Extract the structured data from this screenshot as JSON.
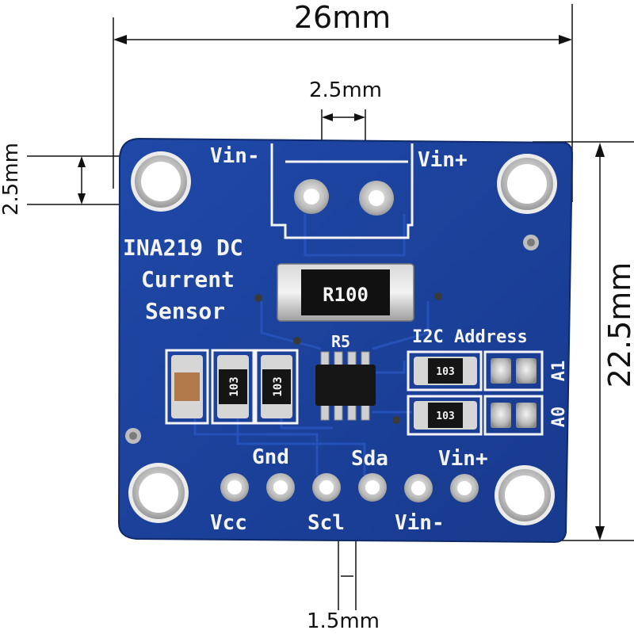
{
  "dimensions": {
    "width": "26mm",
    "height": "22.5mm",
    "hole_spacing": "2.5mm",
    "terminal_pitch": "2.5mm",
    "pin_gap": "1.5mm"
  },
  "board": {
    "title_line1": "INA219 DC",
    "title_line2": "Current",
    "title_line3": "Sensor",
    "terminal_left": "Vin-",
    "terminal_right": "Vin+",
    "shunt_marking": "R100",
    "shunt_ref": "R5",
    "i2c_label": "I2C Address",
    "addr_a1": "A1",
    "addr_a0": "A0",
    "resistor_code": "103",
    "pins_top": {
      "gnd": "Gnd",
      "sda": "Sda",
      "vinp": "Vin+"
    },
    "pins_bottom": {
      "vcc": "Vcc",
      "scl": "Scl",
      "vinm": "Vin-"
    }
  },
  "colors": {
    "pcb": "#1a3f9c",
    "pcb_dark": "#14307a",
    "silkscreen": "#f4f4f4",
    "copper": "#c9c9c9"
  }
}
